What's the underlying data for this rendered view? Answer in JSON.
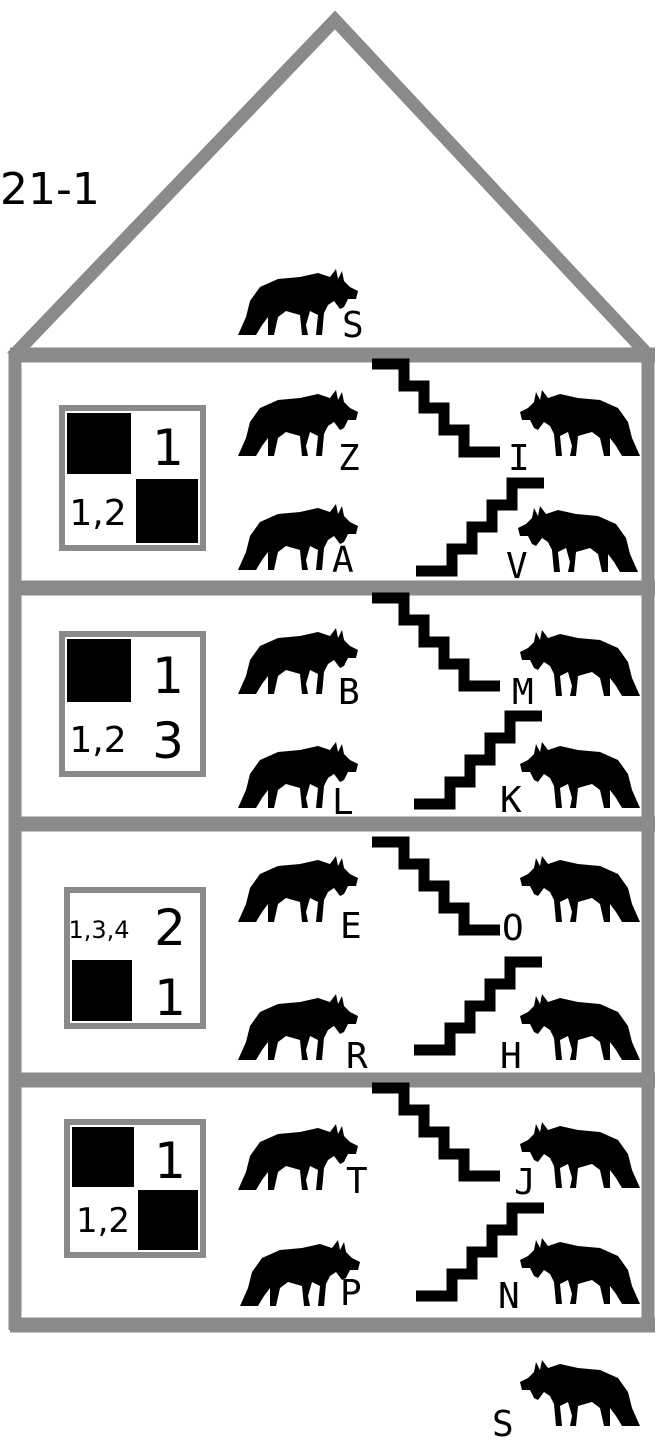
{
  "title": "21-1",
  "roof_moose_letter": "S",
  "outside_moose_letter": "S",
  "floors": [
    {
      "left_top_letter": "Z",
      "left_bottom_letter": "A",
      "right_top_letter": "I",
      "right_bottom_letter": "V",
      "grid": [
        [
          "",
          "1"
        ],
        [
          "1,2",
          ""
        ]
      ]
    },
    {
      "left_top_letter": "B",
      "left_bottom_letter": "L",
      "right_top_letter": "M",
      "right_bottom_letter": "K",
      "grid": [
        [
          "",
          "1"
        ],
        [
          "1,2",
          "3"
        ]
      ]
    },
    {
      "left_top_letter": "E",
      "left_bottom_letter": "R",
      "right_top_letter": "O",
      "right_bottom_letter": "H",
      "grid": [
        [
          "1,3,4",
          "2"
        ],
        [
          "",
          "1"
        ]
      ]
    },
    {
      "left_top_letter": "T",
      "left_bottom_letter": "P",
      "right_top_letter": "J",
      "right_bottom_letter": "N",
      "grid": [
        [
          "",
          "1"
        ],
        [
          "1,2",
          ""
        ]
      ]
    }
  ],
  "colors": {
    "wall": "#8a8a8a",
    "ink": "#000000",
    "background": "#ffffff"
  },
  "icons": {
    "moose": "moose-icon",
    "stairs": "stairs-icon"
  }
}
